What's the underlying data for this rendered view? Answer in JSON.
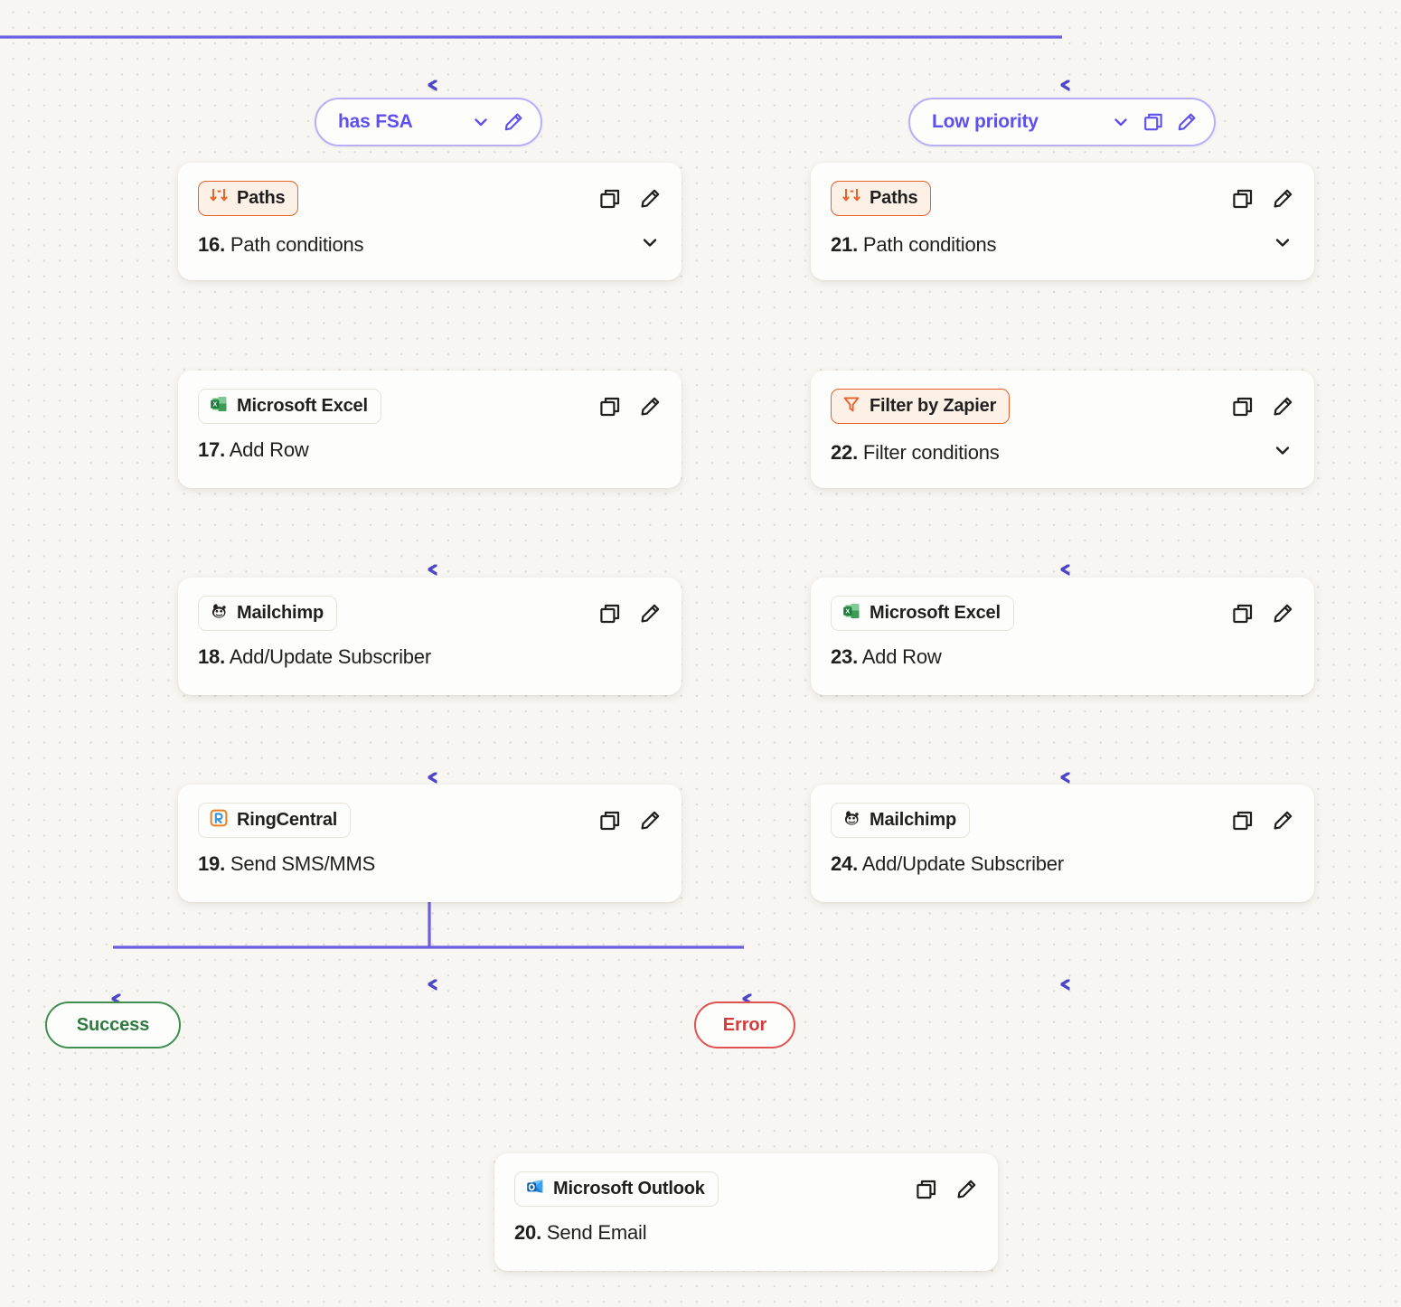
{
  "canvas": {
    "background_color": "#f7f6f2",
    "connector_color_start": "#a9a1f2",
    "connector_color_end": "#4f46c5",
    "card_background": "#fdfdfb",
    "accent_orange": "#e8622b",
    "accent_orange_bg": "#fdf0e7",
    "branch_purple": "#5d4ff0",
    "branch_border": "#b7aefc",
    "success_color": "#3f8f4f",
    "error_color": "#e0524f"
  },
  "branches": [
    {
      "id": "branch-has-fsa",
      "label": "has FSA",
      "icons": [
        "chevron-down-icon",
        "pencil-icon"
      ]
    },
    {
      "id": "branch-low-priority",
      "label": "Low priority",
      "icons": [
        "chevron-down-icon",
        "duplicate-icon",
        "pencil-icon"
      ]
    }
  ],
  "steps": [
    {
      "id": "step-16",
      "app": "Paths",
      "app_icon": "paths-icon",
      "badge_style": "accent",
      "number": "16.",
      "name": "Path conditions",
      "actions": [
        "duplicate-icon",
        "pencil-icon"
      ],
      "expand": "chevron-down-icon"
    },
    {
      "id": "step-17",
      "app": "Microsoft Excel",
      "app_icon": "excel-icon",
      "badge_style": "plain",
      "number": "17.",
      "name": "Add Row",
      "actions": [
        "duplicate-icon",
        "pencil-icon"
      ],
      "expand": null
    },
    {
      "id": "step-18",
      "app": "Mailchimp",
      "app_icon": "mailchimp-icon",
      "badge_style": "plain",
      "number": "18.",
      "name": "Add/Update Subscriber",
      "actions": [
        "duplicate-icon",
        "pencil-icon"
      ],
      "expand": null
    },
    {
      "id": "step-19",
      "app": "RingCentral",
      "app_icon": "ringcentral-icon",
      "badge_style": "plain",
      "number": "19.",
      "name": "Send SMS/MMS",
      "actions": [
        "duplicate-icon",
        "pencil-icon"
      ],
      "expand": null
    },
    {
      "id": "step-21",
      "app": "Paths",
      "app_icon": "paths-icon",
      "badge_style": "accent",
      "number": "21.",
      "name": "Path conditions",
      "actions": [
        "duplicate-icon",
        "pencil-icon"
      ],
      "expand": "chevron-down-icon"
    },
    {
      "id": "step-22",
      "app": "Filter by Zapier",
      "app_icon": "filter-icon",
      "badge_style": "accent",
      "number": "22.",
      "name": "Filter conditions",
      "actions": [
        "duplicate-icon",
        "pencil-icon"
      ],
      "expand": "chevron-down-icon"
    },
    {
      "id": "step-23",
      "app": "Microsoft Excel",
      "app_icon": "excel-icon",
      "badge_style": "plain",
      "number": "23.",
      "name": "Add Row",
      "actions": [
        "duplicate-icon",
        "pencil-icon"
      ],
      "expand": null
    },
    {
      "id": "step-24",
      "app": "Mailchimp",
      "app_icon": "mailchimp-icon",
      "badge_style": "plain",
      "number": "24.",
      "name": "Add/Update Subscriber",
      "actions": [
        "duplicate-icon",
        "pencil-icon"
      ],
      "expand": null
    },
    {
      "id": "step-20",
      "app": "Microsoft Outlook",
      "app_icon": "outlook-icon",
      "badge_style": "plain",
      "number": "20.",
      "name": "Send Email",
      "actions": [
        "duplicate-icon",
        "pencil-icon"
      ],
      "expand": null
    }
  ],
  "terminals": [
    {
      "id": "terminal-success",
      "label": "Success",
      "state": "success"
    },
    {
      "id": "terminal-error",
      "label": "Error",
      "state": "error"
    }
  ]
}
